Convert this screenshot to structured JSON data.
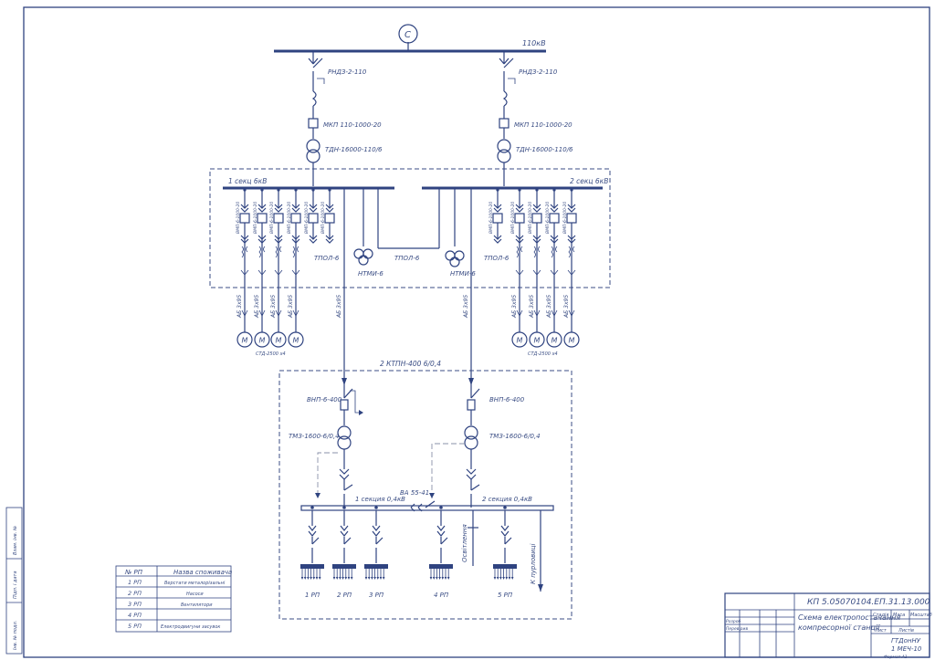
{
  "diagram": {
    "bus_110": {
      "label": "110кВ",
      "generator": "С"
    },
    "feeders": [
      {
        "disconnector": "РНДЗ-2-110",
        "breaker": "МКП 110-1000-20",
        "transformer": "ТДН-16000-110/6"
      },
      {
        "disconnector": "РНДЗ-2-110",
        "breaker": "МКП 110-1000-20",
        "transformer": "ТДН-16000-110/6"
      }
    ],
    "switchgear_6kv": {
      "section1": "1 секц 6кВ",
      "section2": "2 секц 6кВ",
      "breaker_label": "ВМП-6-1000-20",
      "ct_left": "ТПОЛ-6",
      "ct_tie": "ТПОЛ-6",
      "ct_right": "ТПОЛ-6",
      "vt_left": "НТМИ-6",
      "vt_right": "НТМИ-6"
    },
    "cable": "АБ 3х95",
    "motor_symbol": "М",
    "motors_left": "СТД-2500 х4",
    "motors_right": "СТД-2500 х4",
    "ktp": {
      "title": "2 КТПН-400 6/0,4",
      "switch_left": "ВНП-6-400",
      "switch_right": "ВНП-6-400",
      "tr_left": "ТМЗ-1600-6/0,4",
      "tr_right": "ТМЗ-1600-6/0,4",
      "sec1": "1 секция 0,4кВ",
      "sec2": "2 секция 0,4кВ",
      "tie_breaker": "ВА 55-41",
      "lighting": "Освітлення",
      "to_pump": "К пурловиці"
    },
    "panels": [
      {
        "label": "1 РП"
      },
      {
        "label": "2 РП"
      },
      {
        "label": "3 РП"
      },
      {
        "label": "4 РП"
      },
      {
        "label": "5 РП"
      }
    ]
  },
  "legend": {
    "headers": [
      "№ РП",
      "Назва споживача"
    ],
    "rows": [
      [
        "1 РП",
        "Верстати металорізальні"
      ],
      [
        "2 РП",
        "Насоси"
      ],
      [
        "3 РП",
        "Вентилятори"
      ],
      [
        "4 РП",
        ""
      ],
      [
        "5 РП",
        "Електродвигуни засувок"
      ]
    ]
  },
  "title_block": {
    "code": "КП 5.05070104.ЕП.31.13.000",
    "title_line1": "Схема електропостачання",
    "title_line2": "компресорної станції",
    "col_stage": "Стадія",
    "col_mass": "Маса",
    "col_scale": "Масштаб",
    "sheet": "Лист",
    "sheets": "Листів",
    "org_line1": "ГТДонНУ",
    "org_line2": "1 МЕЧ-10",
    "role_dev": "Розроб",
    "role_check": "Перевірив",
    "format": "Формат А1"
  },
  "margin_stamp": {
    "labels": [
      "Інв. № подл.",
      "Підп. і дата",
      "Взам. інв. №"
    ]
  }
}
